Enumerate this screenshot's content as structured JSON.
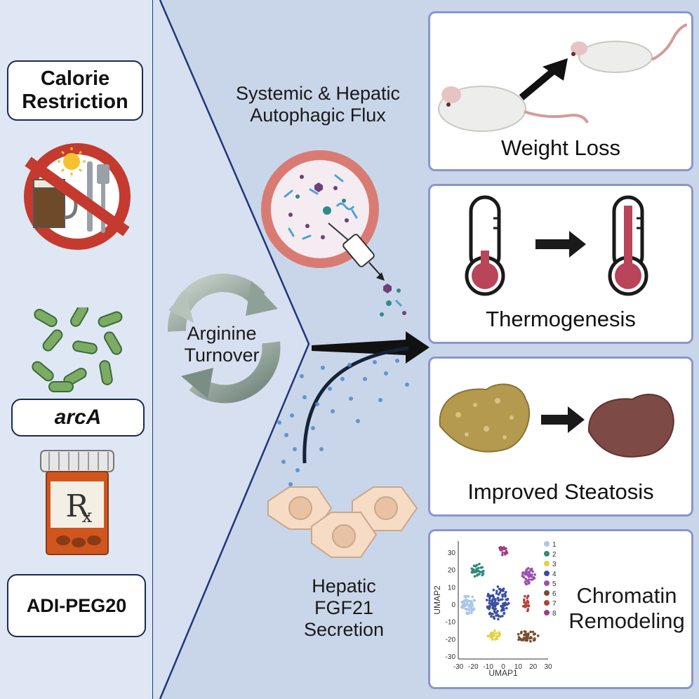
{
  "left_panel": {
    "calorie_restriction": "Calorie Restriction",
    "arca": "arcA",
    "adi_peg20": "ADI-PEG20"
  },
  "center": {
    "autophagic_flux": "Systemic & Hepatic Autophagic Flux",
    "arginine_turnover": "Arginine Turnover",
    "fgf21_secretion": "Hepatic FGF21 Secretion"
  },
  "outcomes": {
    "weight_loss": "Weight Loss",
    "thermogenesis": "Thermogenesis",
    "steatosis": "Improved Steatosis",
    "chromatin": "Chromatin Remodeling"
  },
  "umap": {
    "xlabel": "UMAP1",
    "ylabel": "UMAP2",
    "x_ticks": [
      "-30",
      "-20",
      "-10",
      "0",
      "10",
      "20",
      "30"
    ],
    "y_ticks": [
      "30",
      "20",
      "10",
      "0",
      "-10",
      "-20",
      "-30"
    ],
    "clusters": [
      "1",
      "2",
      "3",
      "4",
      "5",
      "6",
      "7",
      "8"
    ],
    "cluster_colors": [
      "#a9c7ea",
      "#2e8a79",
      "#e4d040",
      "#3a4ea0",
      "#9a4fb0",
      "#7a4a2e",
      "#b3403a",
      "#a33a86"
    ]
  },
  "colors": {
    "background": "#c9d6ea",
    "left_panel": "#dfe7f4",
    "card_border": "#8a95cf",
    "thermometer_red": "#b8455a",
    "liver_fatty": "#b49a4e",
    "liver_healthy": "#7e4a45"
  }
}
